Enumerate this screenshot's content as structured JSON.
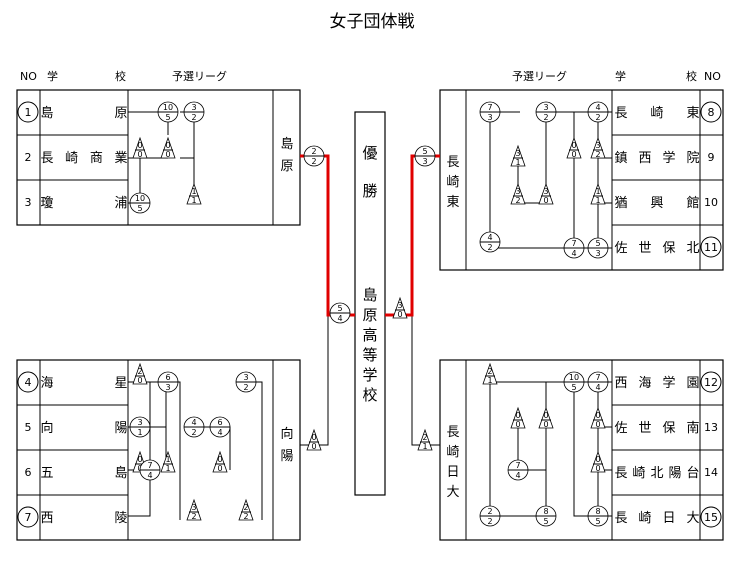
{
  "title": "女子団体戦",
  "headers": {
    "no": "NO",
    "school": "学",
    "school2": "校",
    "league": "予選リーグ"
  },
  "champion_label": "優勝",
  "champion_school": "島原高等学校",
  "teams_left": [
    {
      "no": "1",
      "circled": true,
      "name": "島原"
    },
    {
      "no": "2",
      "circled": false,
      "name": "長崎商業"
    },
    {
      "no": "3",
      "circled": false,
      "name": "瓊浦"
    },
    {
      "no": "4",
      "circled": true,
      "name": "海星"
    },
    {
      "no": "5",
      "circled": false,
      "name": "向陽"
    },
    {
      "no": "6",
      "circled": false,
      "name": "五島"
    },
    {
      "no": "7",
      "circled": true,
      "name": "西陵"
    }
  ],
  "teams_right": [
    {
      "no": "8",
      "circled": true,
      "name": "長崎東"
    },
    {
      "no": "9",
      "circled": false,
      "name": "鎮西学院"
    },
    {
      "no": "10",
      "circled": false,
      "name": "猶興館"
    },
    {
      "no": "11",
      "circled": true,
      "name": "佐世保北"
    },
    {
      "no": "12",
      "circled": true,
      "name": "西海学園"
    },
    {
      "no": "13",
      "circled": false,
      "name": "佐世保南"
    },
    {
      "no": "14",
      "circled": false,
      "name": "長崎北陽台"
    },
    {
      "no": "15",
      "circled": true,
      "name": "長崎日大"
    }
  ],
  "block_winners": {
    "top_left": "島原",
    "bottom_left": "向陽",
    "top_right": "長崎東",
    "bottom_right": "長崎日大"
  },
  "scores": [
    {
      "t": "c",
      "a": "10",
      "b": "5"
    },
    {
      "t": "c",
      "a": "3",
      "b": "2"
    },
    {
      "t": "d",
      "a": "0",
      "b": "0"
    },
    {
      "t": "d",
      "a": "0",
      "b": "0"
    },
    {
      "t": "c",
      "a": "10",
      "b": "5"
    },
    {
      "t": "d",
      "a": "1",
      "b": "1"
    },
    {
      "t": "c",
      "a": "2",
      "b": "2"
    },
    {
      "t": "d",
      "a": "2",
      "b": "0"
    },
    {
      "t": "c",
      "a": "6",
      "b": "3"
    },
    {
      "t": "c",
      "a": "3",
      "b": "2"
    },
    {
      "t": "c",
      "a": "3",
      "b": "1"
    },
    {
      "t": "c",
      "a": "4",
      "b": "2"
    },
    {
      "t": "c",
      "a": "6",
      "b": "4"
    },
    {
      "t": "d",
      "a": "0",
      "b": "0"
    },
    {
      "t": "d",
      "a": "1",
      "b": "1"
    },
    {
      "t": "d",
      "a": "0",
      "b": "0"
    },
    {
      "t": "c",
      "a": "7",
      "b": "4"
    },
    {
      "t": "d",
      "a": "3",
      "b": "2"
    },
    {
      "t": "d",
      "a": "2",
      "b": "2"
    },
    {
      "t": "d",
      "a": "0",
      "b": "0"
    },
    {
      "t": "c",
      "a": "5",
      "b": "4"
    },
    {
      "t": "d",
      "a": "3",
      "b": "0"
    },
    {
      "t": "c",
      "a": "5",
      "b": "3"
    },
    {
      "t": "c",
      "a": "7",
      "b": "3"
    },
    {
      "t": "c",
      "a": "3",
      "b": "2"
    },
    {
      "t": "c",
      "a": "4",
      "b": "2"
    },
    {
      "t": "d",
      "a": "3",
      "b": "1"
    },
    {
      "t": "d",
      "a": "0",
      "b": "0"
    },
    {
      "t": "d",
      "a": "3",
      "b": "2"
    },
    {
      "t": "d",
      "a": "3",
      "b": "2"
    },
    {
      "t": "d",
      "a": "3",
      "b": "0"
    },
    {
      "t": "d",
      "a": "1",
      "b": "1"
    },
    {
      "t": "c",
      "a": "4",
      "b": "2"
    },
    {
      "t": "c",
      "a": "7",
      "b": "4"
    },
    {
      "t": "c",
      "a": "5",
      "b": "3"
    },
    {
      "t": "d",
      "a": "2",
      "b": "1"
    },
    {
      "t": "c",
      "a": "10",
      "b": "5"
    },
    {
      "t": "c",
      "a": "7",
      "b": "4"
    },
    {
      "t": "d",
      "a": "0",
      "b": "0"
    },
    {
      "t": "d",
      "a": "0",
      "b": "0"
    },
    {
      "t": "d",
      "a": "0",
      "b": "0"
    },
    {
      "t": "c",
      "a": "7",
      "b": "4"
    },
    {
      "t": "d",
      "a": "0",
      "b": "0"
    },
    {
      "t": "c",
      "a": "2",
      "b": "2"
    },
    {
      "t": "c",
      "a": "8",
      "b": "5"
    },
    {
      "t": "c",
      "a": "8",
      "b": "5"
    },
    {
      "t": "d",
      "a": "2",
      "b": "1"
    }
  ]
}
